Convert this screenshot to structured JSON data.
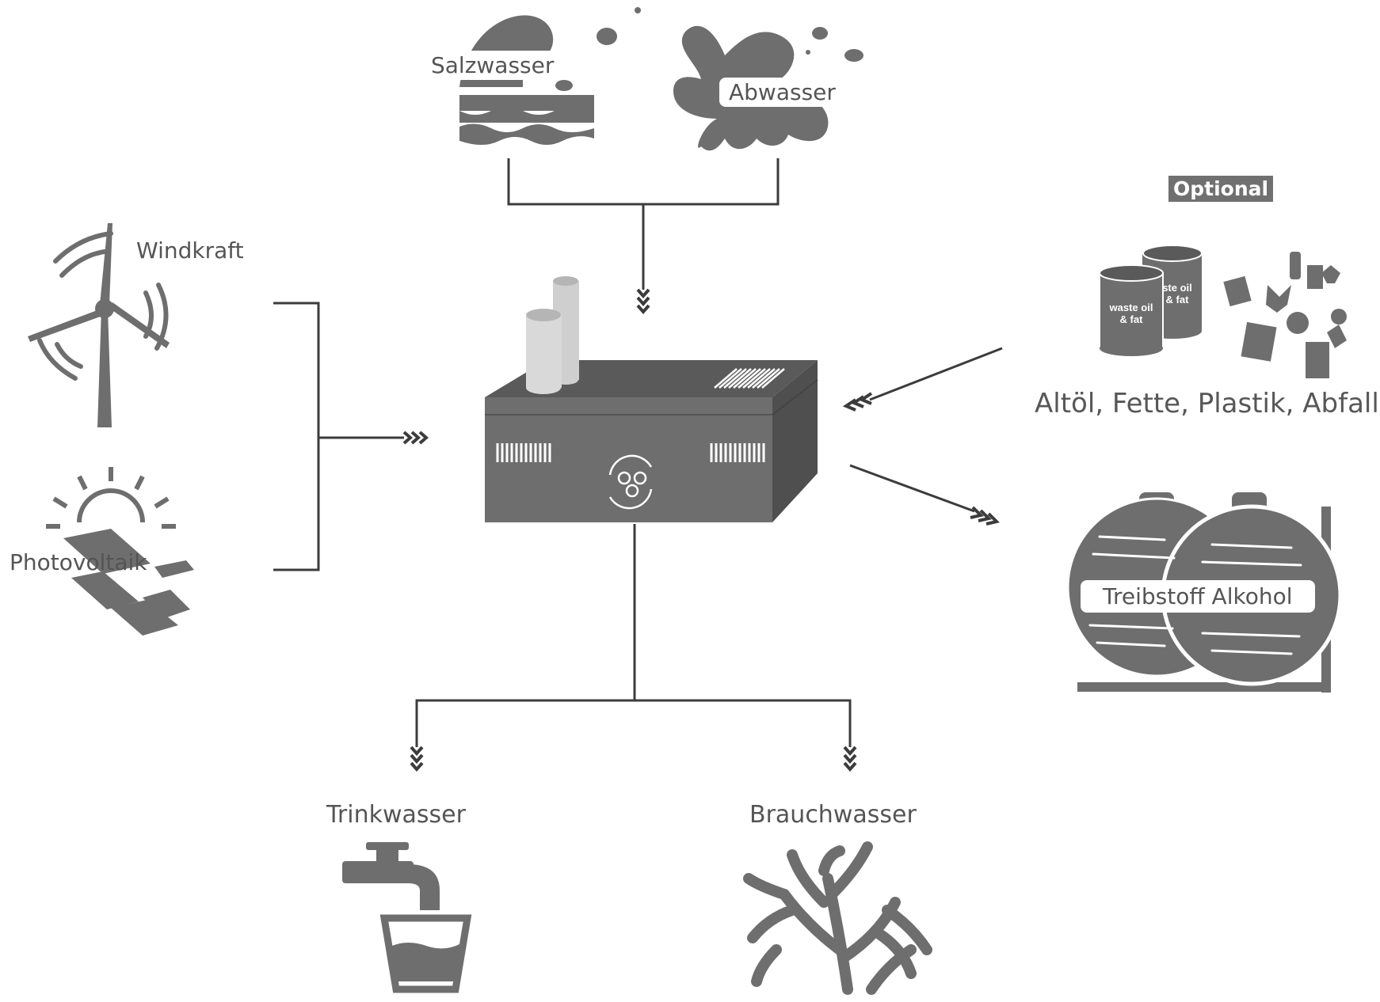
{
  "diagram": {
    "inputs_water": {
      "salt_water": "Salzwasser",
      "waste_water": "Abwasser"
    },
    "inputs_energy": {
      "wind": "Windkraft",
      "solar": "Photovoltaik"
    },
    "optional_inputs": {
      "badge": "Optional",
      "can_label": "waste oil\n& fat",
      "can_label_back": "ste oil\n& fat",
      "caption": "Altöl, Fette, Plastik, Abfall"
    },
    "outputs": {
      "fuel": "Treibstoff Alkohol",
      "drinking_water": "Trinkwasser",
      "service_water": "Brauchwasser"
    },
    "colors": {
      "line": "#3c3c3c",
      "icon": "#6e6e6e",
      "icon_dark": "#5a5a5a",
      "light": "#cfcfcf"
    }
  }
}
